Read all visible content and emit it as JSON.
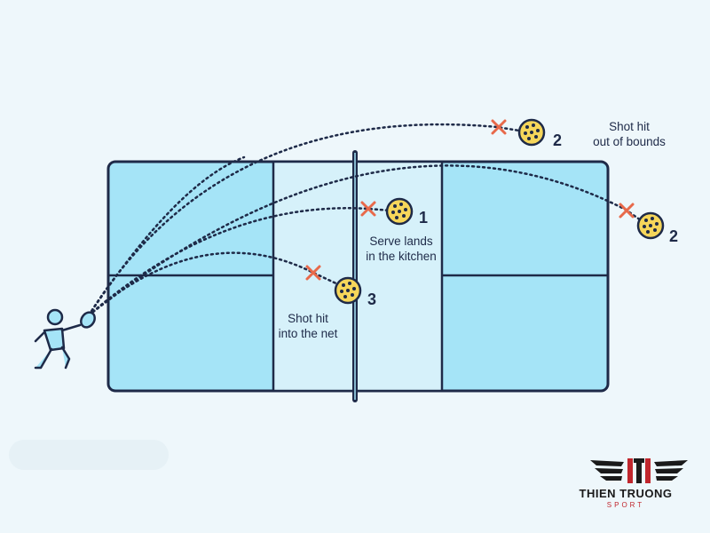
{
  "captions": {
    "out_of_bounds": "Shot hit\nout of bounds",
    "kitchen": "Serve lands\nin the kitchen",
    "net": "Shot hit\ninto the net"
  },
  "numbers": {
    "out_top": "2",
    "out_right": "2",
    "kitchen": "1",
    "net": "3"
  },
  "brand": {
    "name": "THIEN TRUONG",
    "sub": "SPORT"
  },
  "colors": {
    "court_outer": "#a5e4f7",
    "court_kitchen": "#d6f1fa",
    "court_line": "#1e2a48",
    "trajectory": "#1e2a48",
    "miss_mark": "#e8694a",
    "ball": "#f6d65a",
    "brand_red": "#c0262d"
  },
  "icons": {
    "player": "player-with-paddle-icon",
    "ball": "pickleball-icon",
    "miss": "x-mark-icon",
    "logo": "winged-logo-icon"
  }
}
